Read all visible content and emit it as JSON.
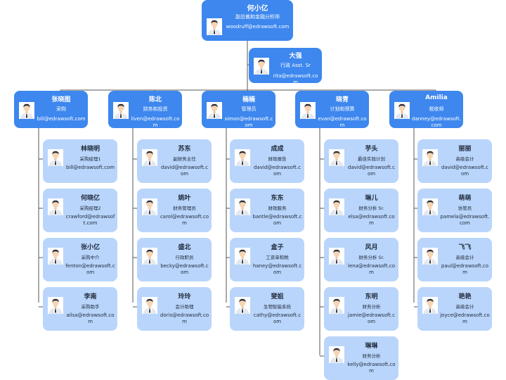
{
  "root": {
    "name": "何小亿",
    "title": "副总裁和金融分析师",
    "email": "woodruff@edrawsoft.com"
  },
  "assistant": {
    "name": "大强",
    "title": "行政 Asst. Sr",
    "email": "rita@edrawsoft.com"
  },
  "departments": [
    {
      "name": "张晓图",
      "title": "采购",
      "email": "bill@edrawsoft.com",
      "members": [
        {
          "name": "林晓明",
          "title": "采购经理1",
          "email": "bill@edrawsoft.com"
        },
        {
          "name": "何晓亿",
          "title": "采购经理2",
          "email": "crawford@edrawsoft.com"
        },
        {
          "name": "张小亿",
          "title": "采购中介",
          "email": "fenton@edrawsoft.com"
        },
        {
          "name": "李南",
          "title": "采购助手",
          "email": "ailsa@edrawsoft.com"
        }
      ]
    },
    {
      "name": "陈北",
      "title": "财务和投资",
      "email": "liven@edrawsoft.com",
      "members": [
        {
          "name": "苏东",
          "title": "副财务主任",
          "email": "david@edrawsoft.com"
        },
        {
          "name": "姚叶",
          "title": "财务管理员",
          "email": "carol@edrawsoft.com"
        },
        {
          "name": "盛北",
          "title": "行政职员",
          "email": "becky@edrawsoft.com"
        },
        {
          "name": "玲玲",
          "title": "会计助理",
          "email": "doris@edrawsoft.com"
        }
      ]
    },
    {
      "name": "楠楠",
      "title": "管理员",
      "email": "simon@edrawsoft.com",
      "members": [
        {
          "name": "成成",
          "title": "财政报告",
          "email": "david@edrawsoft.com"
        },
        {
          "name": "东东",
          "title": "财政服务",
          "email": "bantle@edrawsoft.com"
        },
        {
          "name": "盒子",
          "title": "工资单和税",
          "email": "haney@edrawsoft.com"
        },
        {
          "name": "斐姐",
          "title": "生物智能系统",
          "email": "cathy@edrawsoft.com"
        }
      ]
    },
    {
      "name": "晓青",
      "title": "计划和预算",
      "email": "evan@edrawsoft.com",
      "members": [
        {
          "name": "芋头",
          "title": "最佳实践计划",
          "email": "david@edrawsoft.com"
        },
        {
          "name": "琳儿",
          "title": "财务分析 Sr.",
          "email": "elsa@edrawsoft.com"
        },
        {
          "name": "风月",
          "title": "财务分析 Sr.",
          "email": "lena@edrawsoft.com"
        },
        {
          "name": "东明",
          "title": "财务分析",
          "email": "jamie@edrawsoft.com"
        },
        {
          "name": "琳琳",
          "title": "财务分析",
          "email": "kelly@edrawsoft.com"
        }
      ]
    },
    {
      "name": "Amilia",
      "title": "税收师",
      "email": "danney@edrawsoft.com",
      "members": [
        {
          "name": "丽丽",
          "title": "高级会计",
          "email": "david@edrawsoft.com"
        },
        {
          "name": "萌萌",
          "title": "协管员",
          "email": "pamela@edrawsoft.com"
        },
        {
          "name": "飞飞",
          "title": "高级会计",
          "email": "paul@edrawsoft.com"
        },
        {
          "name": "艳艳",
          "title": "高级会计",
          "email": "joyce@edrawsoft.com"
        }
      ]
    }
  ],
  "colors": {
    "dark_card": "#3d87ee",
    "light_card": "#b9d5fb",
    "connector": "#555555"
  },
  "icons": {
    "person": "person-avatar-icon"
  }
}
